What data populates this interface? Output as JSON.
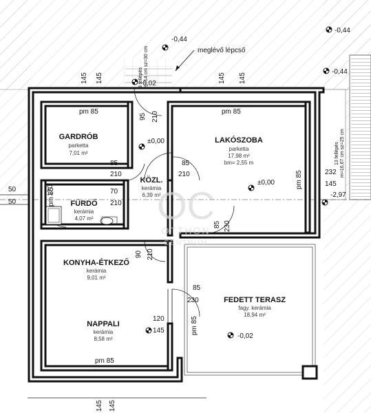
{
  "rooms": [
    {
      "name": "GARDRÓB",
      "floor": "parketta",
      "area": "7,01 m²"
    },
    {
      "name": "LAKÓSZOBA",
      "floor": "parketta",
      "area": "17,98 m²",
      "height": "bm= 2,55 m"
    },
    {
      "name": "KÖZL.",
      "floor": "kerámia",
      "area": "6,39 m²"
    },
    {
      "name": "FÜRDŐ",
      "floor": "kerámia",
      "area": "4,07 m²"
    },
    {
      "name": "KONYHA-ÉTKEZŐ",
      "floor": "kerámia",
      "area": "9,01 m²"
    },
    {
      "name": "NAPPALI",
      "floor": "kerámia",
      "area": "8,58 m²"
    },
    {
      "name": "FEDETT TERASZ",
      "floor": "fagy. kerámia",
      "area": "18,94 m²"
    }
  ],
  "levels": {
    "top_right1": "-0,44",
    "top_right2": "-0,44",
    "top_right3": "-0,44",
    "entry": "-0,02",
    "kozl": "±0,00",
    "lako": "±0,00",
    "outside": "-2,97",
    "terasz": "-0,02"
  },
  "annotations": {
    "stair_existing": "meglévő lépcső",
    "stair_top_line1": "3 fellépés",
    "stair_top_line2": "m=14 cm sz=30 cm",
    "stair_right_line1": "13 fellépés",
    "stair_right_line2": "m=16,67 cm sz=25 cm"
  },
  "dims": {
    "d145": "145",
    "d210": "210",
    "d95": "95",
    "d85": "85",
    "d70": "70",
    "d90": "90",
    "d120": "120",
    "d230": "230",
    "d232": "232",
    "d50": "50",
    "d170": "170",
    "pm85": "pm 85"
  },
  "watermark": {
    "logo": "OC",
    "line1": "OTTHON",
    "line2": "CENTRUM"
  }
}
